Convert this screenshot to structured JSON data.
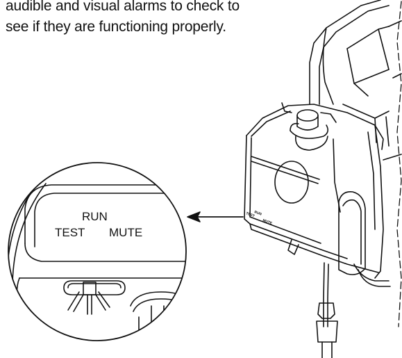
{
  "instructions": {
    "line1": "audible and visual alarms to check to",
    "line2": "see if they are functioning properly."
  },
  "callout": {
    "run_label": "RUN",
    "test_label": "TEST",
    "mute_label": "MUTE"
  },
  "device_switch": {
    "run_label": "RUN",
    "test_label": "TEST",
    "mute_label": "MUTE"
  }
}
